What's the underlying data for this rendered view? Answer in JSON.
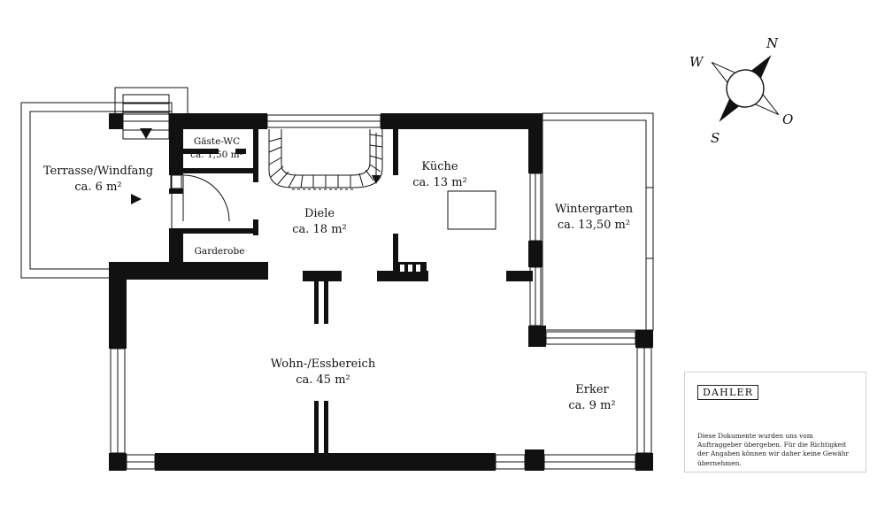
{
  "rooms": {
    "terrasse": {
      "name": "Terrasse/Windfang",
      "area": "ca. 6 m²"
    },
    "gaeste_wc": {
      "name": "Gäste-WC",
      "area": "ca. 1,50 m²"
    },
    "garderobe": {
      "name": "Garderobe"
    },
    "diele": {
      "name": "Diele",
      "area": "ca. 18 m²"
    },
    "kueche": {
      "name": "Küche",
      "area": "ca. 13 m²"
    },
    "wintergarten": {
      "name": "Wintergarten",
      "area": "ca. 13,50 m²"
    },
    "wohn": {
      "name": "Wohn-/Essbereich",
      "area": "ca. 45 m²"
    },
    "erker": {
      "name": "Erker",
      "area": "ca. 9 m²"
    }
  },
  "compass": {
    "n": "N",
    "o": "O",
    "s": "S",
    "w": "W"
  },
  "disclaimer": {
    "logo": "DAHLER",
    "text": "Diese Dokumente wurden uns vom Auftraggeber übergeben. Für die Richtigkeit der Angaben können wir daher keine Gewähr übernehmen."
  }
}
